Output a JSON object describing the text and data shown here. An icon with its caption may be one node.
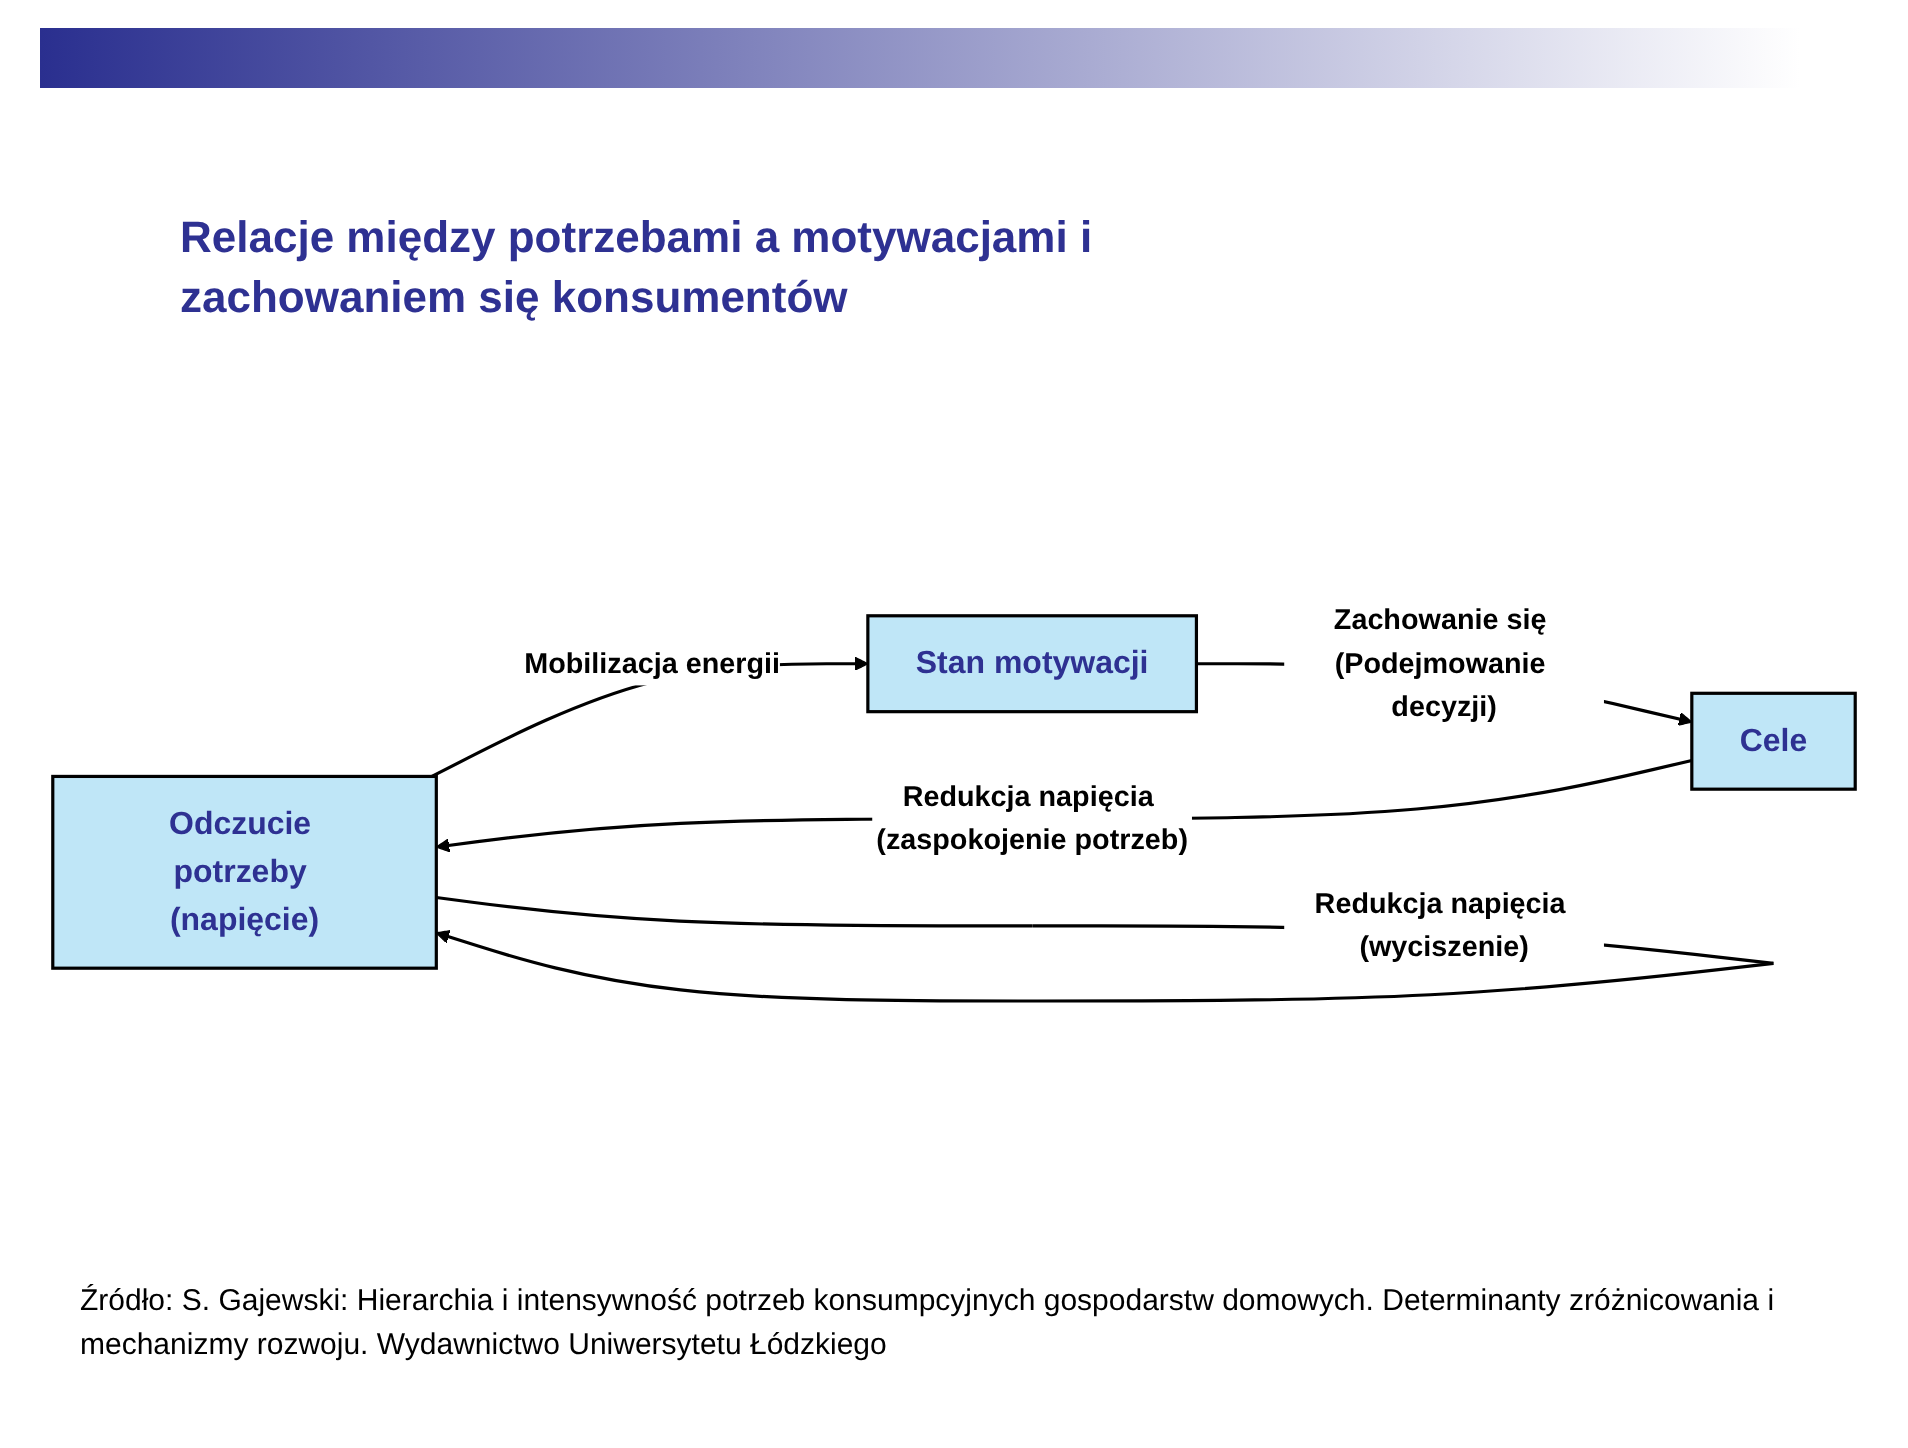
{
  "diagram": {
    "title": "Relacje między potrzebami a motywacjami i zachowaniem się konsumentów",
    "caption": "Źródło: S. Gajewski: Hierarchia i intensywność potrzeb konsumpcyjnych gospodarstw domowych. Determinanty zróżnicowania i mechanizmy rozwoju. Wydawnictwo Uniwersytetu Łódzkiego",
    "nodes": [
      {
        "text": [
          "Odczucie potrzeby (napięcie)"
        ]
      },
      {
        "text": [
          "Stan motywacji"
        ]
      },
      {
        "text": [
          "Cele"
        ]
      }
    ],
    "edges": [
      {
        "from": 0,
        "to": 1,
        "arrow": "to",
        "label": "Mobilizacja energii"
      },
      {
        "from": 1,
        "to": 2,
        "arrow": "to",
        "label": "Zachowanie się (Podejmowanie decyzji)"
      },
      {
        "from": 0,
        "to": 0,
        "arrow": "to",
        "label": "Redukcja napięcia (wyciszenie)"
      },
      {
        "from": 2,
        "to": 0,
        "arrow": "to",
        "label": "Redukcja napięcia (zaspokojenie potrzeb)"
      }
    ]
  }
}
